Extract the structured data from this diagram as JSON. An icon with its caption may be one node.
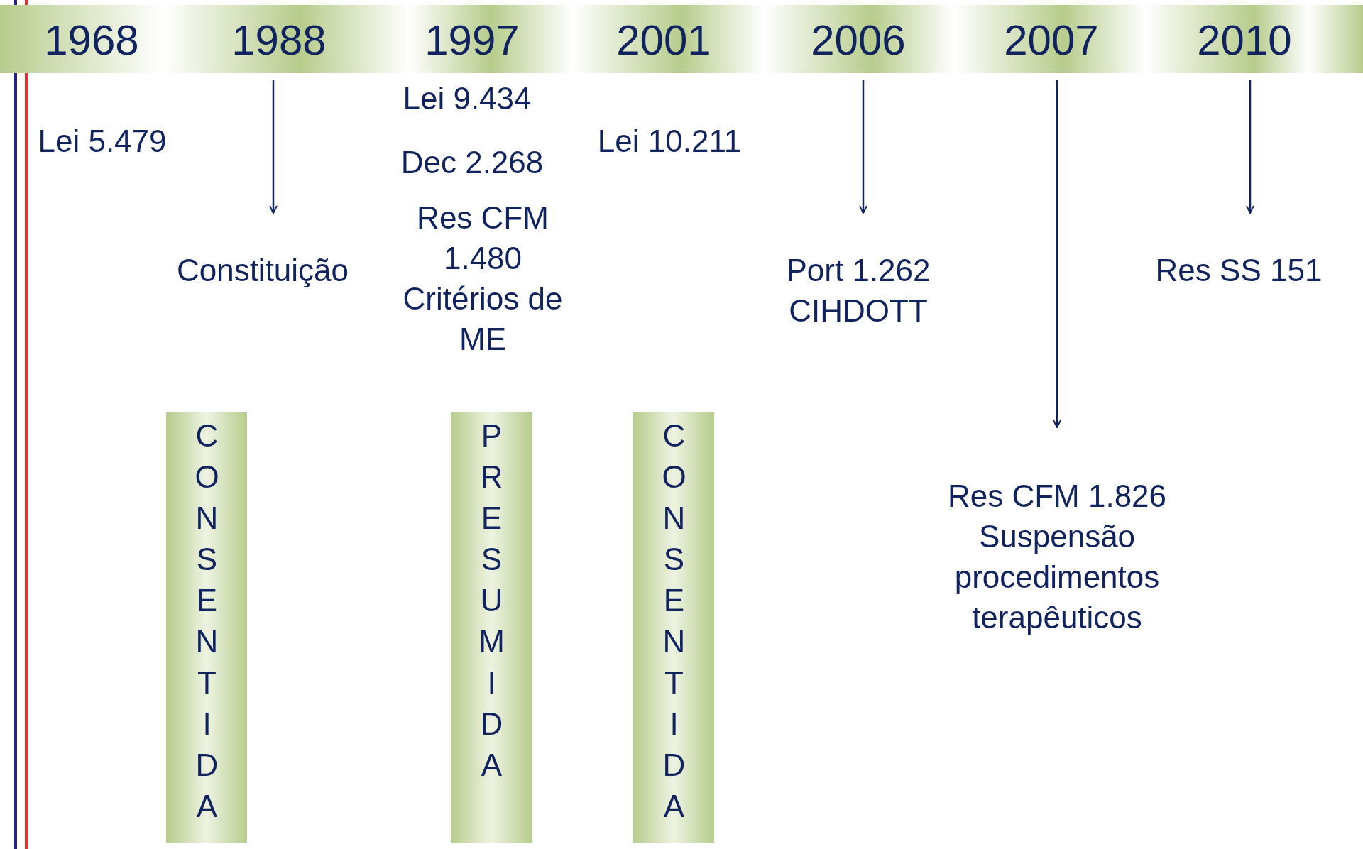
{
  "diagram": {
    "nodes": [
      {
        "text": [
          "1968"
        ]
      },
      {
        "text": [
          "1988"
        ]
      },
      {
        "text": [
          "1997"
        ]
      },
      {
        "text": [
          "2001"
        ]
      },
      {
        "text": [
          "2006"
        ]
      },
      {
        "text": [
          "2007"
        ]
      },
      {
        "text": [
          "2010"
        ]
      },
      {
        "text": [
          "Constituição"
        ]
      },
      {
        "text": [
          "Port 1.262 CIHDOTT"
        ]
      },
      {
        "text": [
          "Res SS 151"
        ]
      },
      {
        "text": [
          "Res CFM 1.826 Suspensão procedimentos terapêuticos"
        ]
      },
      {
        "text": [
          "CONSENTIDA"
        ]
      },
      {
        "text": [
          "PRESUMIDA"
        ]
      },
      {
        "text": [
          "CONSENTIDA"
        ]
      }
    ],
    "edges": [
      {
        "from": 1,
        "to": 7,
        "arrow": "to"
      },
      {
        "from": 4,
        "to": 8,
        "arrow": "to"
      },
      {
        "from": 5,
        "to": 10,
        "arrow": "to"
      },
      {
        "from": 6,
        "to": 9,
        "arrow": "to"
      }
    ],
    "labels": [
      "Lei 5.479",
      "Lei 9.434",
      "Dec 2.268",
      "Res CFM 1.480 Critérios de ME",
      "Lei 10.211"
    ]
  }
}
